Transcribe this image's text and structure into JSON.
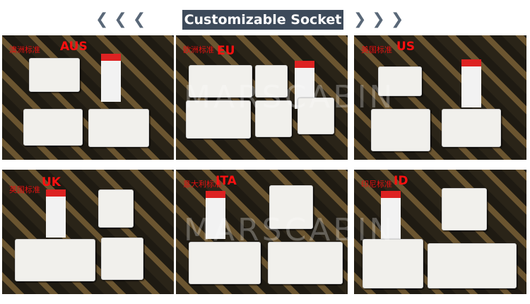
{
  "header": {
    "title": "Customizable Socket",
    "left_arrows": "❮❮❮",
    "right_arrows": "❯❯❯"
  },
  "watermark": "MARSCABIN",
  "panels": [
    {
      "cn": "澳洲标准",
      "code": "AUS"
    },
    {
      "cn": "欧洲标准",
      "code": "EU"
    },
    {
      "cn": "美国标准",
      "code": "US"
    },
    {
      "cn": "英国标准",
      "code": "UK"
    },
    {
      "cn": "意大利标准",
      "code": "ITA"
    },
    {
      "cn": "印尼标准",
      "code": "ID"
    }
  ],
  "colors": {
    "label": "#ff1010",
    "title_bg": "#3d4a5a"
  }
}
